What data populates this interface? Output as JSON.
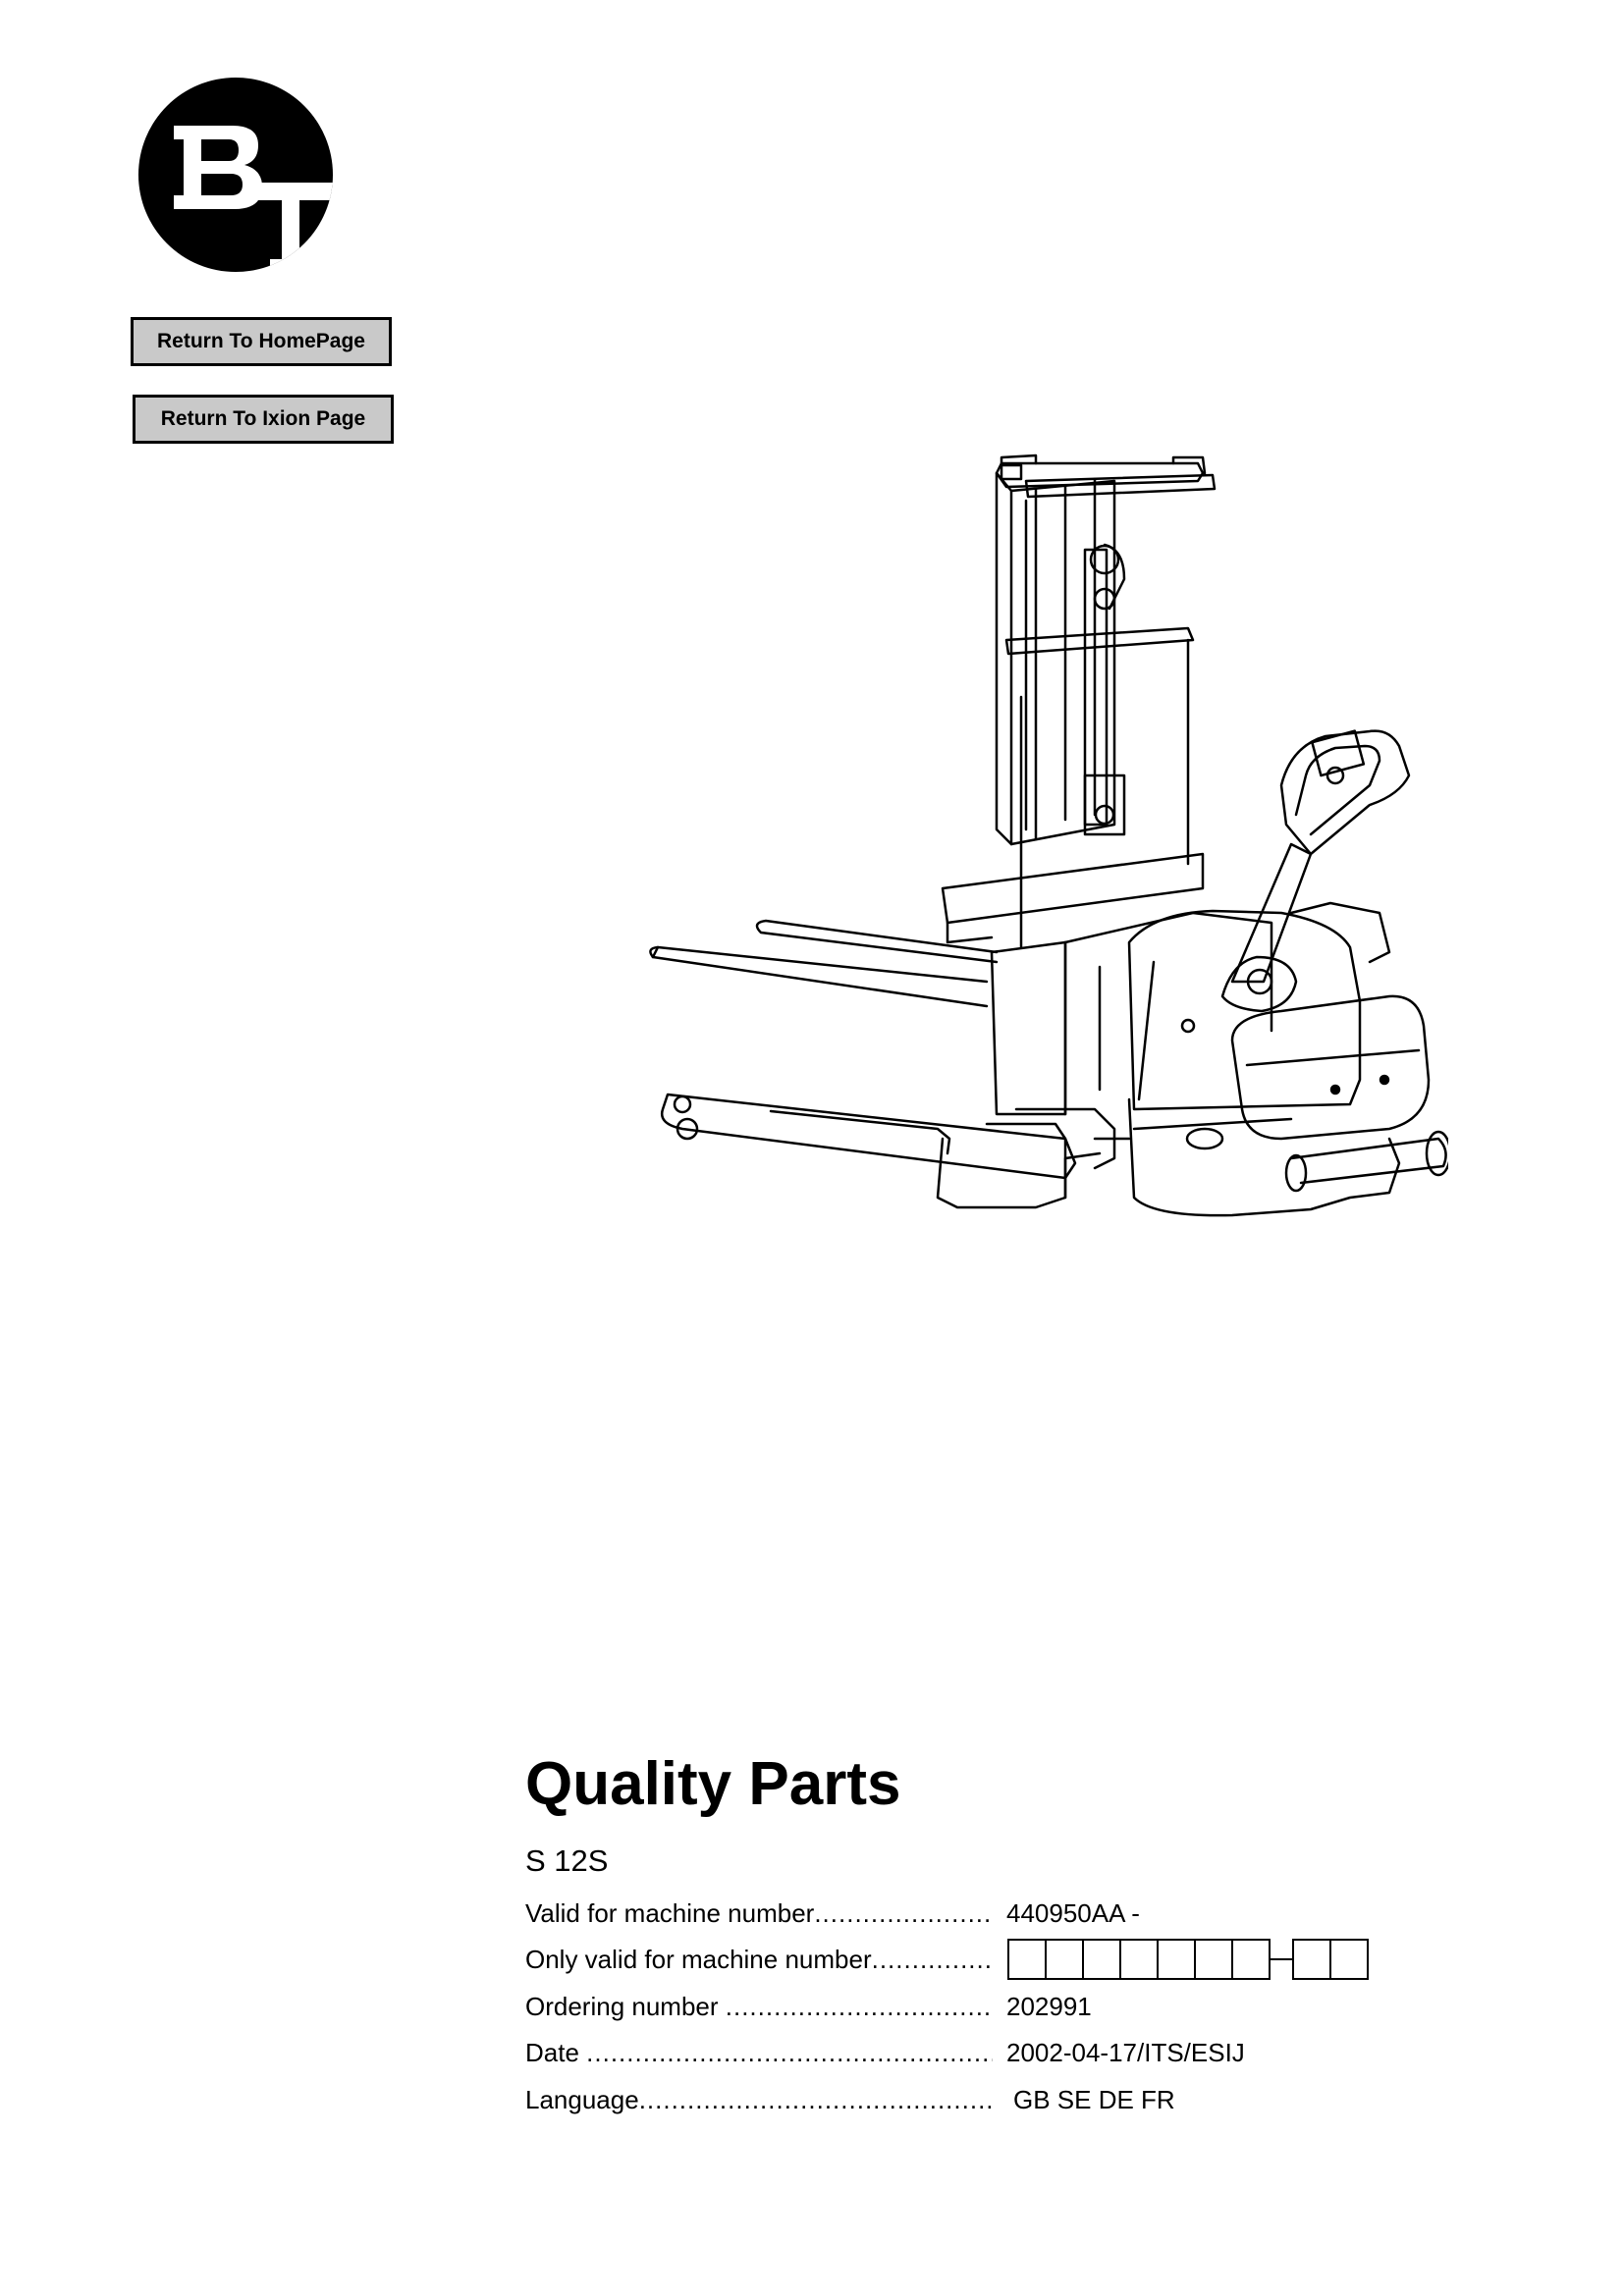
{
  "logo": {
    "text": "BT"
  },
  "nav": {
    "home_label": "Return To HomePage",
    "ixion_label": "Return To Ixion Page"
  },
  "document": {
    "title": "Quality Parts",
    "model": "S 12S",
    "fields": {
      "valid_label": "Valid for machine number",
      "valid_value": "440950AA -",
      "only_label": "Only valid for machine number",
      "order_label": "Ordering number ",
      "order_value": "202991",
      "date_label": "Date ",
      "date_value": "2002-04-17/ITS/ESIJ",
      "lang_label": "Language",
      "lang_value": "GB SE DE FR"
    }
  },
  "colors": {
    "button_bg": "#c9c9c9",
    "ink": "#000000",
    "paper": "#ffffff"
  },
  "icons": {
    "logo": "bt-logo",
    "illustration": "pallet-stacker-truck"
  }
}
